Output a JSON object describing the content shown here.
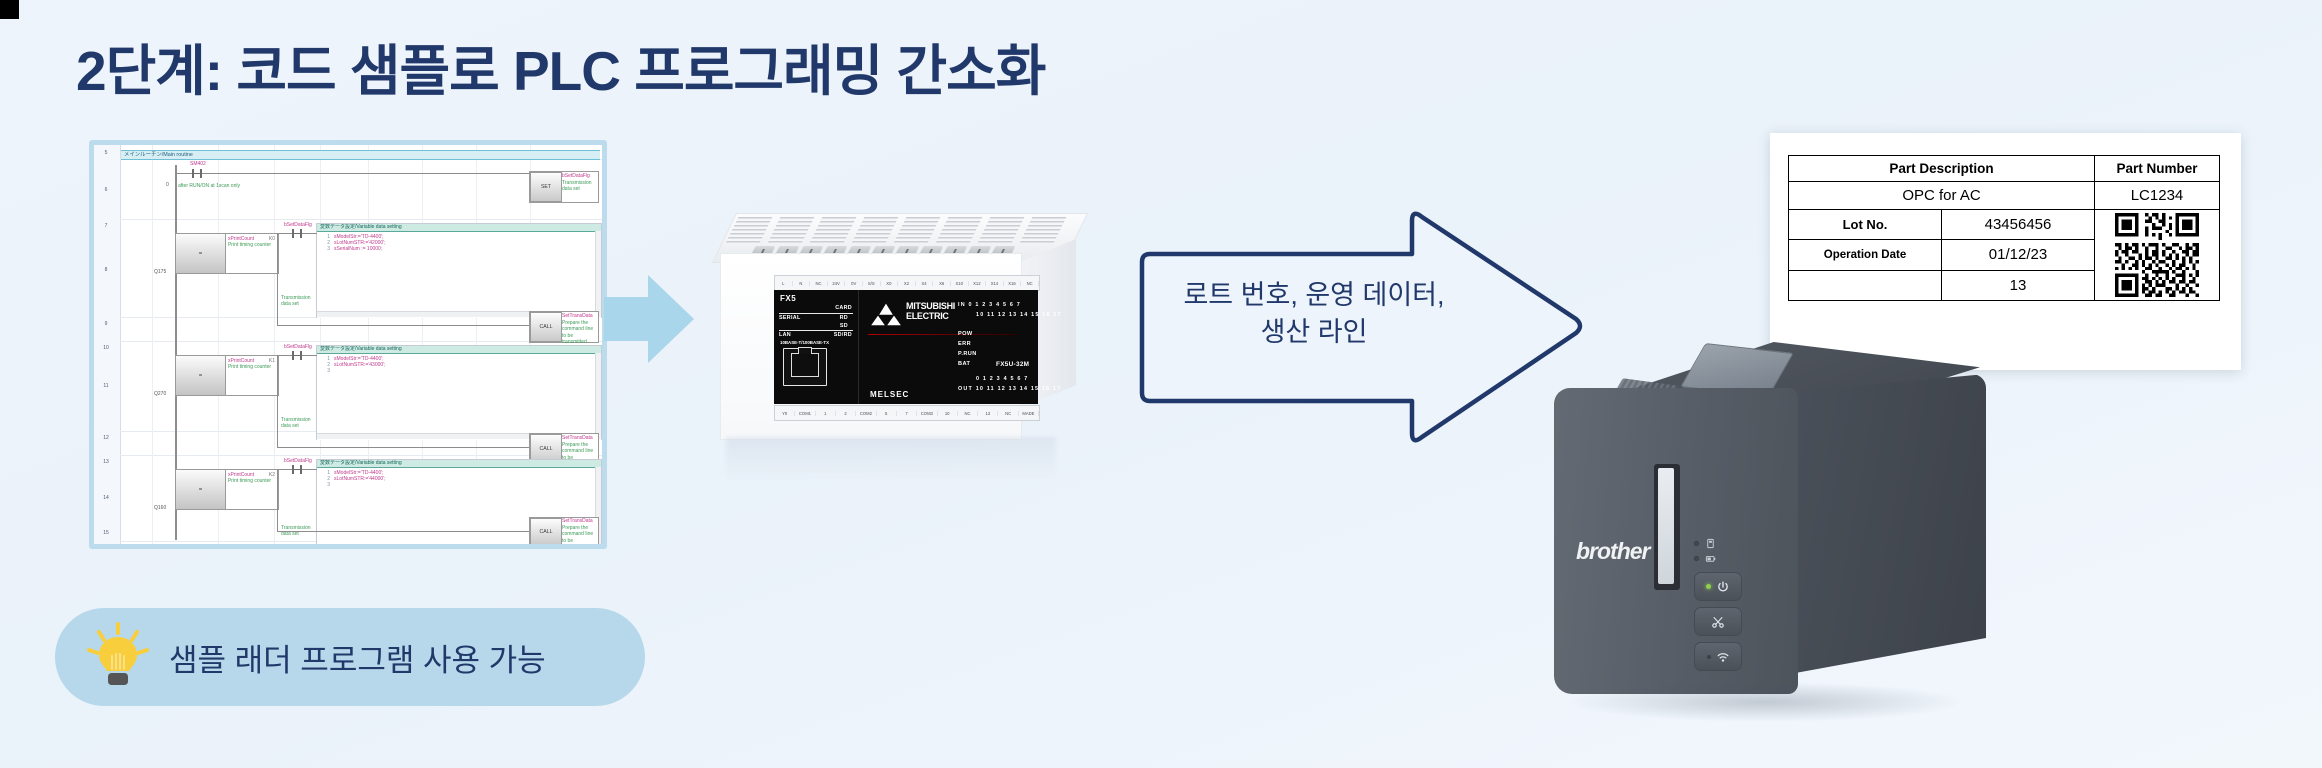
{
  "page": {
    "title": "2단계: 코드 샘플로 PLC 프로그래밍 간소화",
    "background_color": "#eef4fb",
    "accent_color": "#21386a"
  },
  "ladder_editor": {
    "routine_title": "メインルーチン/Main routine",
    "row_numbers": [
      "5",
      "6",
      "7",
      "8",
      "9",
      "10",
      "11",
      "12",
      "13",
      "14",
      "15"
    ],
    "rungs": [
      {
        "contact_label": "SM402",
        "contact_comment": "after RUN/ON at 1scan only",
        "step": "0",
        "coil_label": "bSetDataFlg",
        "coil_comment": "Transmission data set",
        "coil_op": "SET"
      }
    ],
    "blocks": [
      {
        "step": "Q175",
        "fb_name": "xPrintCount",
        "fb_num": "K0",
        "fb_comment": "Print timing counter",
        "fb_op": "=",
        "contact_label": "bSetDataFlg",
        "branch_comment": "Transmission data set",
        "st_header": "変数データ設定/Variable data setting",
        "st_lines": [
          "sModelStr:='TD-4400';",
          "sLotNumSTR:='42000';",
          "sSerialNum := 10000;"
        ],
        "call_name": "SetTransData",
        "call_comment": "Prepare the command line to be transmitted",
        "call_op": "CALL"
      },
      {
        "step": "Q270",
        "fb_name": "xPrintCount",
        "fb_num": "K1",
        "fb_comment": "Print timing counter",
        "fb_op": "=",
        "contact_label": "bSetDataFlg",
        "branch_comment": "Transmission data set",
        "st_header": "変数データ設定/Variable data setting",
        "st_lines": [
          "sModelStr:='TD-4400';",
          "sLotNumSTR:='43000';",
          ""
        ],
        "call_name": "SetTransData",
        "call_comment": "Prepare the command line to be transmitted",
        "call_op": "CALL"
      },
      {
        "step": "Q160",
        "fb_name": "xPrintCount",
        "fb_num": "K2",
        "fb_comment": "Print timing counter",
        "fb_op": "=",
        "contact_label": "bSetDataFlg",
        "branch_comment": "Transmission data set",
        "st_header": "変数データ設定/Variable data setting",
        "st_lines": [
          "sModelStr:='TD-4400';",
          "sLotNumSTR:='44000';",
          ""
        ],
        "call_name": "SetTransData",
        "call_comment": "Prepare the command line to be transmitted",
        "call_op": "CALL"
      }
    ]
  },
  "plc": {
    "brand_line1": "MITSUBISHI",
    "brand_line2": "ELECTRIC",
    "series": "FX5",
    "family": "MELSEC",
    "model": "FX5U-32M",
    "card_label": "CARD",
    "serial_label": "SERIAL",
    "rd_label": "RD",
    "sd_label": "SD",
    "lan_label": "LAN",
    "sdrd_label": "SD/RD",
    "ethernet_spec": "10BASE-T/100BASE-TX",
    "status_leds": [
      "POW",
      "ERR",
      "P.RUN",
      "BAT"
    ],
    "in_label": "IN",
    "out_label": "OUT",
    "in_row1": "0 1 2 3 4 5 6 7",
    "in_row2": "10 11 12 13 14 15 16 17",
    "out_row1": "0 1 2 3 4 5 6 7",
    "out_row2": "10 11 12 13 14 15 16 17",
    "terminal_top": [
      "L",
      "N",
      "NC",
      "24V",
      "0V",
      "S/S",
      "X0",
      "X2",
      "X4",
      "X6",
      "X10",
      "X12",
      "X14",
      "X16",
      "NC"
    ],
    "terminal_bottom": [
      "Y0",
      "COM1",
      "1",
      "2",
      "COM2",
      "5",
      "7",
      "COM3",
      "10",
      "NC",
      "13",
      "NC",
      "MADE"
    ]
  },
  "callout": {
    "text_line1": "로트 번호, 운영 데이터,",
    "text_line2": "생산 라인",
    "border_color": "#21386a"
  },
  "label_card": {
    "headers": [
      "Part Description",
      "Part Number"
    ],
    "part_description": "OPC for AC",
    "part_number": "LC1234",
    "rows": [
      {
        "key": "Lot No.",
        "value": "43456456"
      },
      {
        "key": "Operation Date",
        "value": "01/12/23"
      },
      {
        "key": "",
        "value": "13"
      }
    ]
  },
  "printer": {
    "brand": "brother",
    "buttons": [
      "power-button",
      "cutter-button",
      "wireless-button"
    ],
    "indicators": [
      "label-indicator",
      "battery-indicator"
    ],
    "power_led_color": "#8fd14f",
    "body_color": "#575d66"
  },
  "badge": {
    "text": "샘플 래더 프로그램 사용 가능",
    "background_color": "#b7d8ea",
    "bulb_color": "#F9CE3D"
  }
}
